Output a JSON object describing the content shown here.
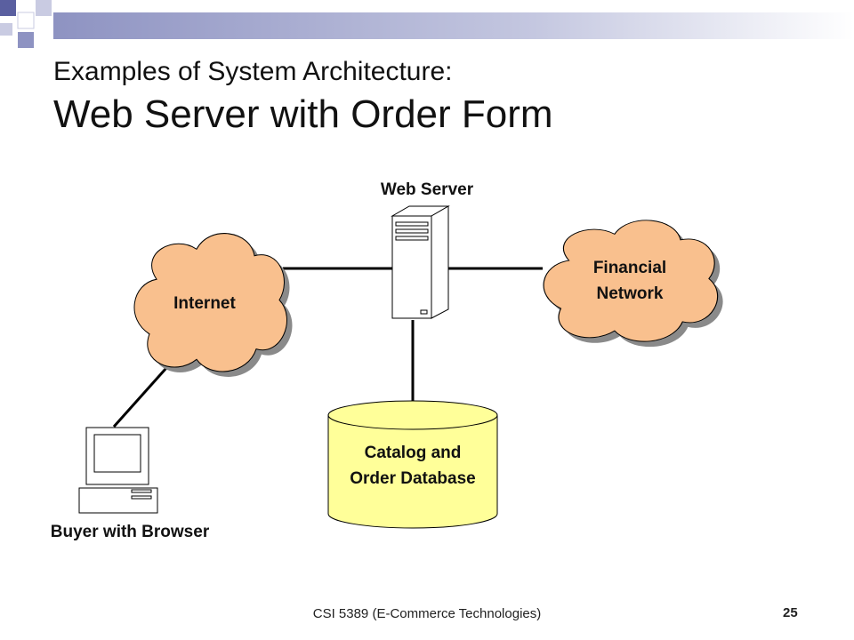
{
  "slide": {
    "title_line1": "Examples of System Architecture:",
    "title_line2": "Web Server with Order Form",
    "footer": "CSI 5389 (E-Commerce Technologies)",
    "page_number": "25"
  },
  "diagram": {
    "nodes": {
      "web_server": {
        "label": "Web Server"
      },
      "internet": {
        "label": "Internet"
      },
      "financial_network": {
        "label_lines": [
          "Financial",
          "Network"
        ]
      },
      "database": {
        "label_lines": [
          "Catalog and",
          "Order Database"
        ]
      },
      "buyer": {
        "label": "Buyer with Browser"
      }
    },
    "edges": [
      {
        "from": "internet",
        "to": "web_server"
      },
      {
        "from": "web_server",
        "to": "financial_network"
      },
      {
        "from": "web_server",
        "to": "database"
      },
      {
        "from": "buyer",
        "to": "internet"
      }
    ]
  },
  "colors": {
    "cloud_fill": "#f9c08e",
    "database_fill": "#ffff99",
    "header_bar": "#b8bcd6",
    "accent_square": "#5a5fa0",
    "line": "#000000"
  }
}
